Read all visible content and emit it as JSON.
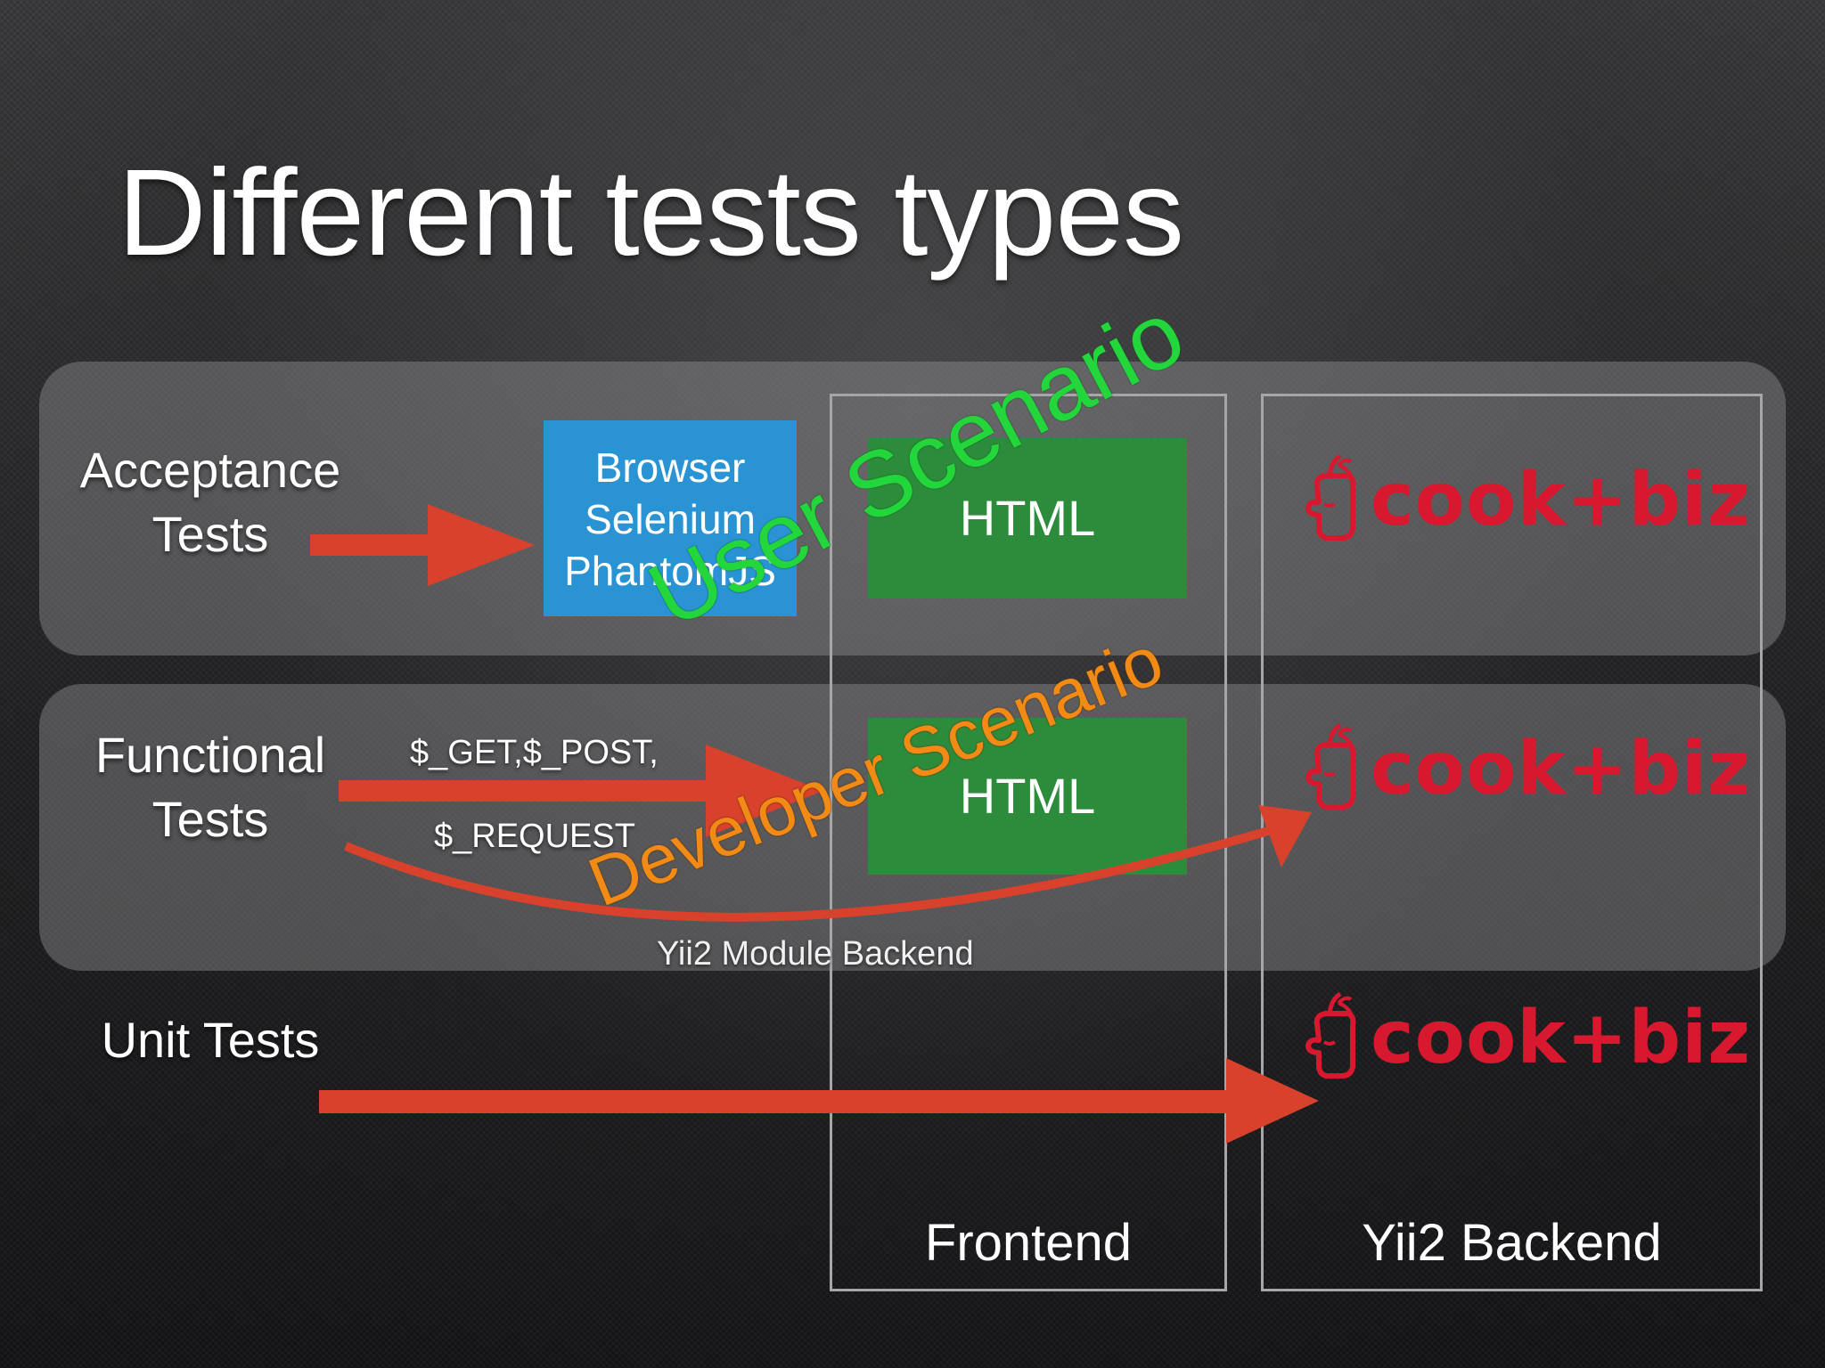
{
  "slide": {
    "title": "Different tests types"
  },
  "rows": {
    "acceptance": {
      "line1": "Acceptance",
      "line2": "Tests"
    },
    "functional": {
      "line1": "Functional",
      "line2": "Tests"
    },
    "unit": {
      "line1": "Unit Tests"
    }
  },
  "browser_box": {
    "line1": "Browser",
    "line2": "Selenium",
    "line3": "PhantomJS"
  },
  "html_boxes": {
    "acceptance_label": "HTML",
    "functional_label": "HTML"
  },
  "functional_inputs": {
    "line1": "$_GET,$_POST,",
    "line2": "$_REQUEST"
  },
  "module_backend_label": "Yii2 Module Backend",
  "columns": {
    "frontend_label": "Frontend",
    "backend_label": "Yii2 Backend"
  },
  "logos": {
    "brand_text": "cook+biz",
    "brand_color": "#d8182e"
  },
  "annotations": {
    "user_scenario": "User Scenario",
    "developer_scenario": "Developer Scenario"
  },
  "colors": {
    "arrow": "#d8412b",
    "browser_box": "#2a93d4",
    "html_box": "#2d8c3c",
    "user_scenario": "#22d63c",
    "developer_scenario": "#f28a16"
  }
}
